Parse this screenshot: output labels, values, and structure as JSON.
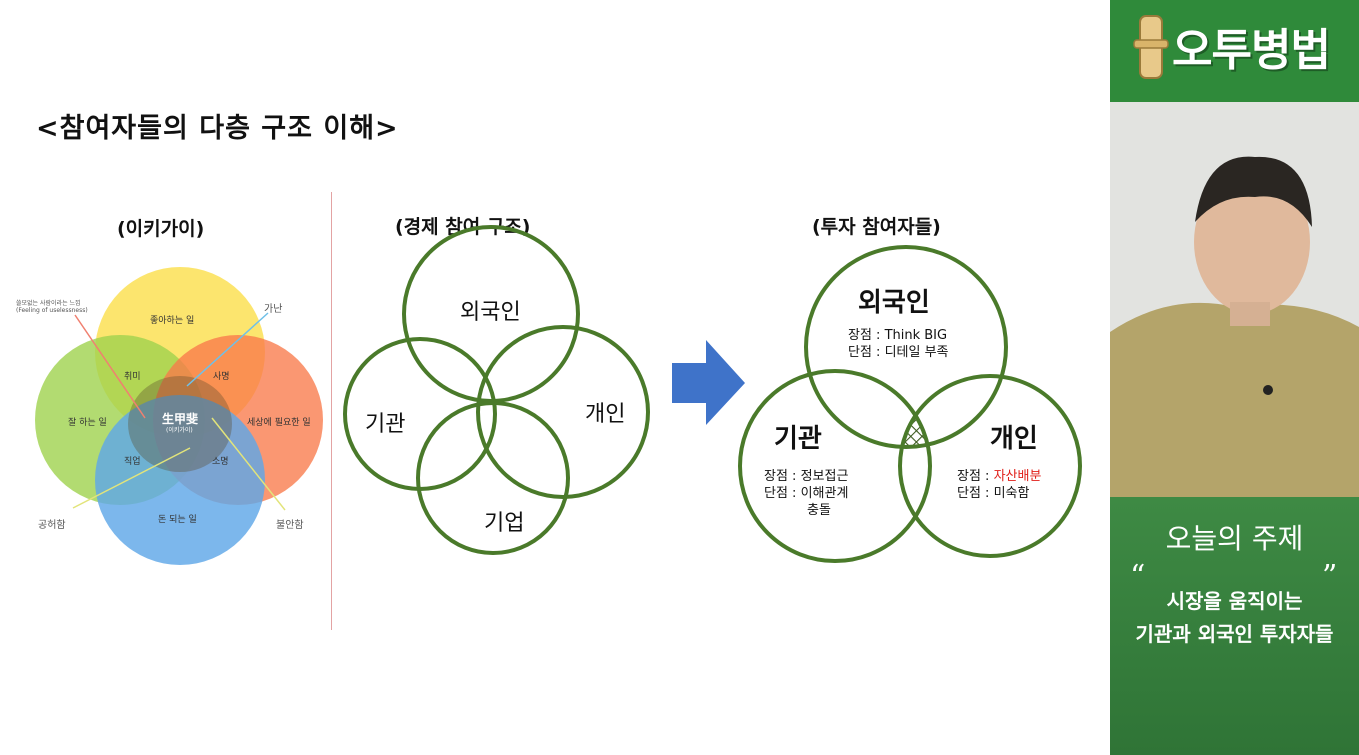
{
  "slide": {
    "title": "<참여자들의 다층 구조 이해>"
  },
  "ikigai": {
    "section_title": "(이키가이)",
    "circles": {
      "top": "좋아하는 일",
      "left": "잘 하는 일",
      "right": "세상에 필요한 일",
      "bottom": "돈 되는 일"
    },
    "overlaps": {
      "passion": "취미",
      "mission": "사명",
      "profession": "직업",
      "vocation": "소명"
    },
    "center_label": "生甲斐",
    "center_sub": "(이키가이)",
    "callouts": {
      "useless_ko": "쓸모없는 사람이라는 느낌",
      "useless_en": "(Feeling of uselessness)",
      "poverty": "가난",
      "emptiness": "공허함",
      "anxiety": "불안함"
    },
    "colors": {
      "top": "#fbe055",
      "left": "#9fd24e",
      "right": "#f97a4a",
      "bottom": "#5fa7e8"
    }
  },
  "economy": {
    "section_title": "(경제 참여 구조)",
    "labels": {
      "top": "외국인",
      "left": "기관",
      "right": "개인",
      "bottom": "기업"
    },
    "stroke_color": "#4a7a2a"
  },
  "investors": {
    "section_title": "(투자 참여자들)",
    "foreign": {
      "name": "외국인",
      "pro": "장점 : Think BIG",
      "con": "단점 : 디테일 부족"
    },
    "institution": {
      "name": "기관",
      "pro": "장점 : 정보접근",
      "con": "단점 : 이해관계",
      "con2": "충돌"
    },
    "individual": {
      "name": "개인",
      "pro_prefix": "장점 : ",
      "pro_value": "자산배분",
      "con": "단점 : 미숙함"
    },
    "highlight_color": "#e0201a",
    "stroke_color": "#4a7a2a"
  },
  "arrow": {
    "color": "#3f73c9"
  },
  "sidebar": {
    "logo": "오투병법",
    "topic_title": "오늘의 주제",
    "topic_line1": "시장을 움직이는",
    "topic_line2": "기관과 외국인 투자자들",
    "open_quote": "“",
    "close_quote": "”"
  }
}
